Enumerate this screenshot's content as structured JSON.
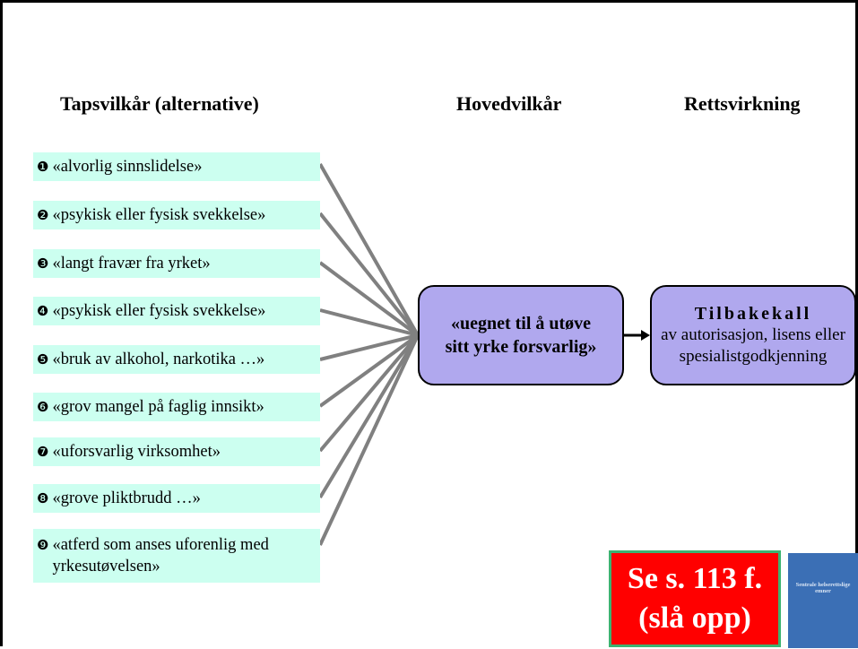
{
  "headers": {
    "loss_conditions": "Tapsvilkår (alternative)",
    "main_condition": "Hovedvilkår",
    "legal_effect": "Rettsvirkning"
  },
  "conditions": [
    {
      "num": "❶",
      "text": "«alvorlig sinnslidelse»"
    },
    {
      "num": "❷",
      "text": "«psykisk eller fysisk svekkelse»"
    },
    {
      "num": "❸",
      "text": "«langt fravær fra yrket»"
    },
    {
      "num": "❹",
      "text": "«psykisk eller fysisk svekkelse»"
    },
    {
      "num": "❺",
      "text": "«bruk av alkohol, narkotika …»"
    },
    {
      "num": "❻",
      "text": "«grov mangel på faglig innsikt»"
    },
    {
      "num": "❼",
      "text": "«uforsvarlig virksomhet»"
    },
    {
      "num": "❽",
      "text": "«grove pliktbrudd …»"
    },
    {
      "num": "❾",
      "text": "«atferd som anses uforenlig med yrkesutøvelsen»"
    }
  ],
  "main_box": {
    "line1": "«uegnet til å utøve",
    "line2": "sitt yrke forsvarlig»"
  },
  "effect_box": {
    "title": "Tilbakekall",
    "line1": "av autorisasjon, lisens eller",
    "line2": "spesialistgodkjenning"
  },
  "reference": {
    "line1": "Se s. 113 f.",
    "line2": "(slå opp)"
  },
  "book": {
    "title": "Sentrale helserettslige emner"
  },
  "colors": {
    "condition_fill": "#ccfff0",
    "box_fill": "#b0a8ee",
    "reference_fill": "#ff0000",
    "reference_border": "#3cb371",
    "line_color": "#808080",
    "book_cover": "#3b6fb5"
  }
}
